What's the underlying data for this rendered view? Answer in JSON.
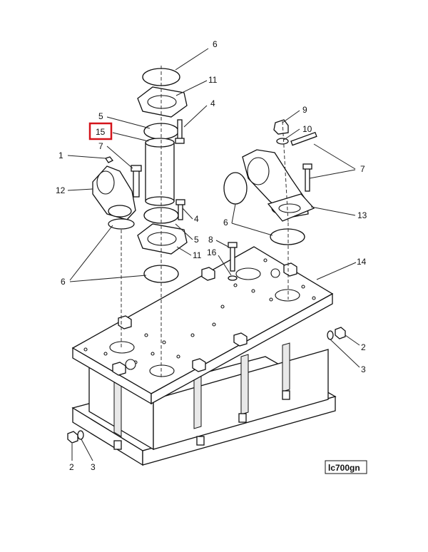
{
  "diagram": {
    "reference_code": "lc700gn",
    "highlighted_callout": "15",
    "callouts": [
      {
        "id": "c6a",
        "text": "6"
      },
      {
        "id": "c11a",
        "text": "11"
      },
      {
        "id": "c4a",
        "text": "4"
      },
      {
        "id": "c5a",
        "text": "5"
      },
      {
        "id": "c15",
        "text": "15"
      },
      {
        "id": "c7a",
        "text": "7"
      },
      {
        "id": "c1a",
        "text": "1"
      },
      {
        "id": "c12",
        "text": "12"
      },
      {
        "id": "c4b",
        "text": "4"
      },
      {
        "id": "c5b",
        "text": "5"
      },
      {
        "id": "c11b",
        "text": "11"
      },
      {
        "id": "c6b",
        "text": "6"
      },
      {
        "id": "c9",
        "text": "9"
      },
      {
        "id": "c10",
        "text": "10"
      },
      {
        "id": "c7b",
        "text": "7"
      },
      {
        "id": "c13",
        "text": "13"
      },
      {
        "id": "c6c",
        "text": "6"
      },
      {
        "id": "c8",
        "text": "8"
      },
      {
        "id": "c16",
        "text": "16"
      },
      {
        "id": "c14",
        "text": "14"
      },
      {
        "id": "c2a",
        "text": "2"
      },
      {
        "id": "c3a",
        "text": "3"
      },
      {
        "id": "c2b",
        "text": "2"
      },
      {
        "id": "c3b",
        "text": "3"
      }
    ]
  }
}
